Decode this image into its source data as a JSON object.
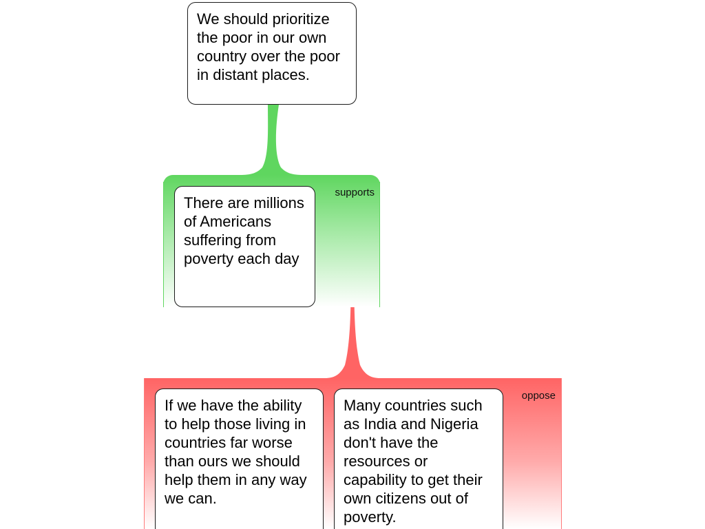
{
  "diagram": {
    "claim": "We should prioritize the poor in our own country over the poor in distant places.",
    "supports": {
      "label": "supports",
      "color": "#5fd65f",
      "premises": [
        "There are millions of Americans suffering from poverty each day"
      ]
    },
    "oppose": {
      "label": "oppose",
      "color": "#ff6464",
      "premises": [
        "If we have the ability to help those living in countries far worse than ours we should help them in any way we can.",
        "Many countries such as India and Nigeria don't have the resources or capability to get their own citizens out of poverty."
      ]
    }
  }
}
